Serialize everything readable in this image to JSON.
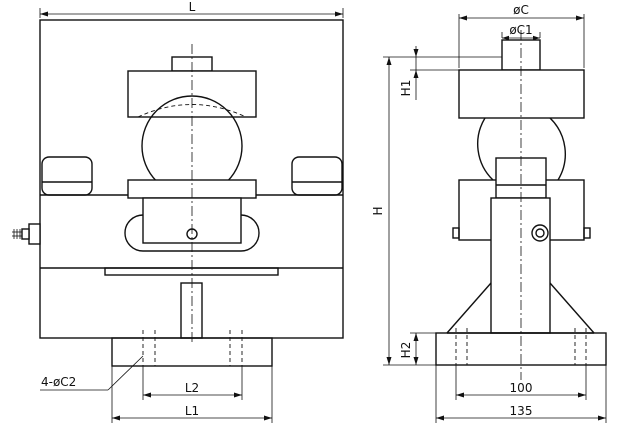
{
  "labels": {
    "L": "L",
    "L1": "L1",
    "L2": "L2",
    "H": "H",
    "H1": "H1",
    "H2": "H2",
    "phi_C": "øC",
    "phi_C1": "øC1",
    "holes": "4-øC2",
    "dim_100": "100",
    "dim_135": "135"
  }
}
